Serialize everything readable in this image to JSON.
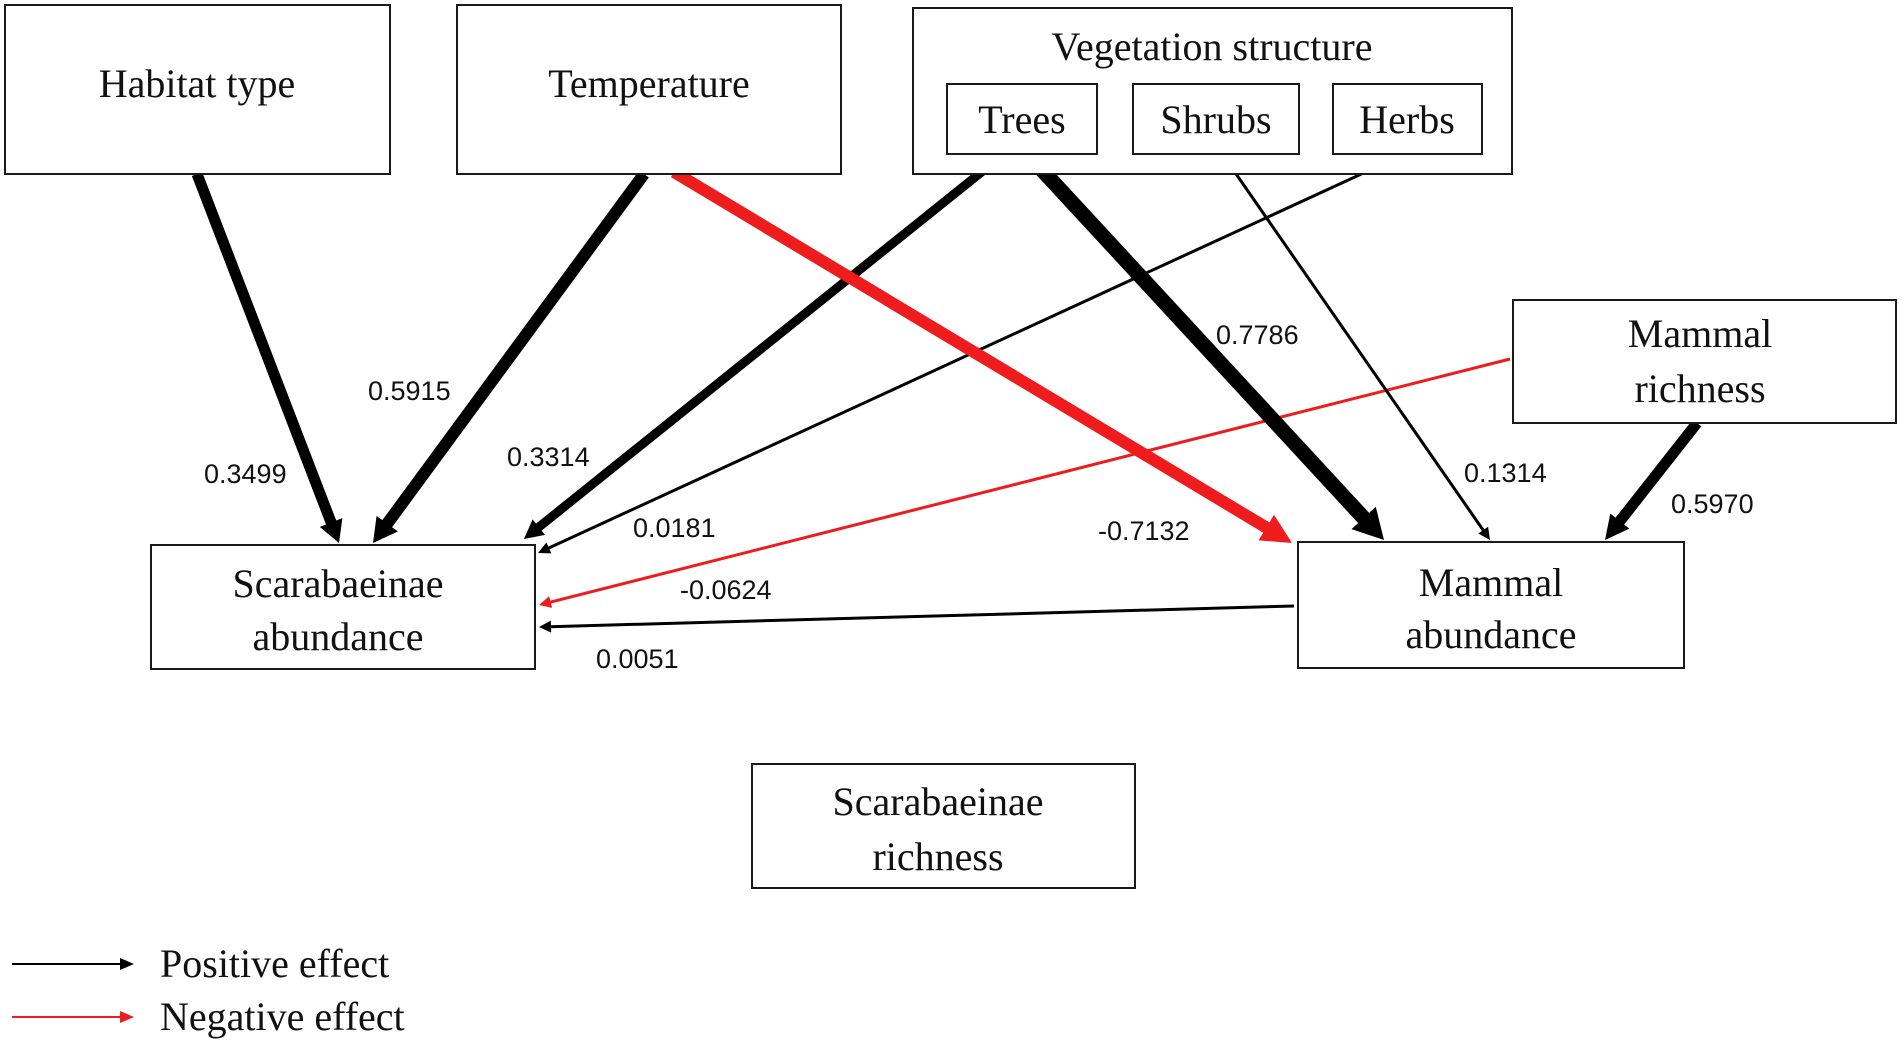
{
  "colors": {
    "positive": "#000000",
    "negative": "#ee1c1c"
  },
  "nodes": {
    "habitat": {
      "label": "Habitat type"
    },
    "temperature": {
      "label": "Temperature"
    },
    "vegetation": {
      "label": "Vegetation structure"
    },
    "trees": {
      "label": "Trees"
    },
    "shrubs": {
      "label": "Shrubs"
    },
    "herbs": {
      "label": "Herbs"
    },
    "mammal_richness": {
      "line1": "Mammal",
      "line2": "richness"
    },
    "scarab_abundance": {
      "line1": "Scarabaeinae",
      "line2": "abundance"
    },
    "mammal_abundance": {
      "line1": "Mammal",
      "line2": "abundance"
    },
    "scarab_richness": {
      "line1": "Scarabaeinae",
      "line2": "richness"
    }
  },
  "paths": [
    {
      "id": "habitat-to-scarab-abundance",
      "from": "habitat",
      "to": "scarab_abundance",
      "coefficient": "0.3499",
      "effect": "positive"
    },
    {
      "id": "temperature-to-scarab-abundance",
      "from": "temperature",
      "to": "scarab_abundance",
      "coefficient": "0.5915",
      "effect": "positive"
    },
    {
      "id": "trees-to-scarab-abundance",
      "from": "trees",
      "to": "scarab_abundance",
      "coefficient": "0.3314",
      "effect": "positive"
    },
    {
      "id": "herbs-to-scarab-abundance",
      "from": "herbs",
      "to": "scarab_abundance",
      "coefficient": "0.0181",
      "effect": "positive"
    },
    {
      "id": "mammal-richness-to-scarab-abundance",
      "from": "mammal_richness",
      "to": "scarab_abundance",
      "coefficient": "-0.0624",
      "effect": "negative"
    },
    {
      "id": "mammal-abundance-to-scarab-abundance",
      "from": "mammal_abundance",
      "to": "scarab_abundance",
      "coefficient": "0.0051",
      "effect": "positive"
    },
    {
      "id": "temperature-to-mammal-abundance",
      "from": "temperature",
      "to": "mammal_abundance",
      "coefficient": "-0.7132",
      "effect": "negative"
    },
    {
      "id": "trees-to-mammal-abundance",
      "from": "trees",
      "to": "mammal_abundance",
      "coefficient": "0.7786",
      "effect": "positive"
    },
    {
      "id": "shrubs-to-mammal-abundance",
      "from": "shrubs",
      "to": "mammal_abundance",
      "coefficient": "0.1314",
      "effect": "positive"
    },
    {
      "id": "mammal-richness-to-mammal-abundance",
      "from": "mammal_richness",
      "to": "mammal_abundance",
      "coefficient": "0.5970",
      "effect": "positive"
    }
  ],
  "legend": {
    "positive": "Positive effect",
    "negative": "Negative effect"
  }
}
